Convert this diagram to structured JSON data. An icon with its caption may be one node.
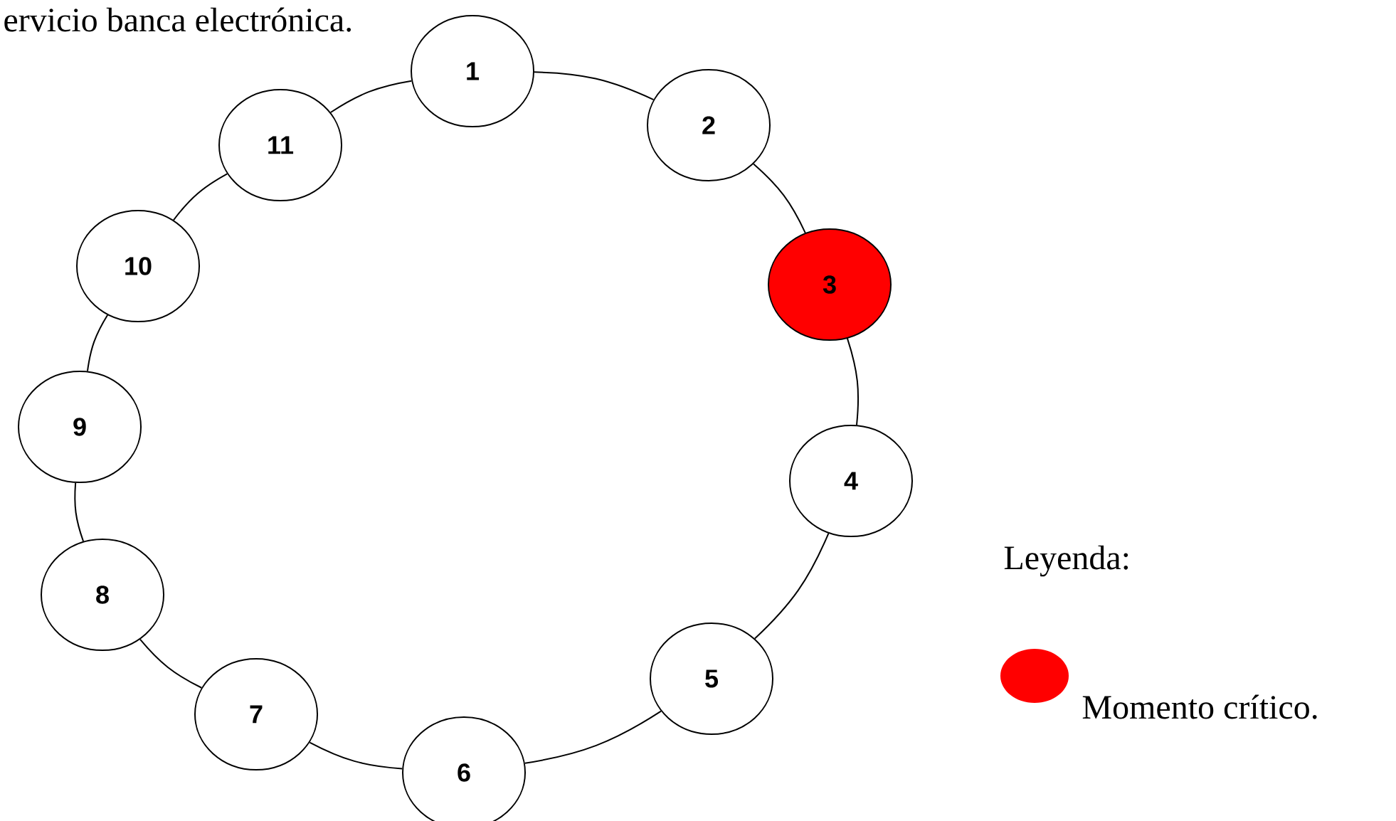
{
  "diagram": {
    "nodes": [
      {
        "text": [
          "1"
        ]
      },
      {
        "text": [
          "2"
        ]
      },
      {
        "text": [
          "3"
        ]
      },
      {
        "text": [
          "4"
        ]
      },
      {
        "text": [
          "5"
        ]
      },
      {
        "text": [
          "6"
        ]
      },
      {
        "text": [
          "7"
        ]
      },
      {
        "text": [
          "8"
        ]
      },
      {
        "text": [
          "9"
        ]
      },
      {
        "text": [
          "10"
        ]
      },
      {
        "text": [
          "11"
        ]
      }
    ],
    "edges": [
      {
        "from": 0,
        "to": 1,
        "arrow": "none"
      },
      {
        "from": 1,
        "to": 2,
        "arrow": "none"
      },
      {
        "from": 2,
        "to": 3,
        "arrow": "none"
      },
      {
        "from": 3,
        "to": 4,
        "arrow": "none"
      },
      {
        "from": 4,
        "to": 5,
        "arrow": "none"
      },
      {
        "from": 5,
        "to": 6,
        "arrow": "none"
      },
      {
        "from": 6,
        "to": 7,
        "arrow": "none"
      },
      {
        "from": 7,
        "to": 8,
        "arrow": "none"
      },
      {
        "from": 8,
        "to": 9,
        "arrow": "none"
      },
      {
        "from": 9,
        "to": 10,
        "arrow": "none"
      },
      {
        "from": 10,
        "to": 0,
        "arrow": "none"
      }
    ],
    "labels": [
      "ervicio banca electrónica.",
      "Leyenda:"
    ],
    "legend": [
      {
        "text": "Momento crítico.",
        "color": "#ff0000"
      }
    ]
  }
}
